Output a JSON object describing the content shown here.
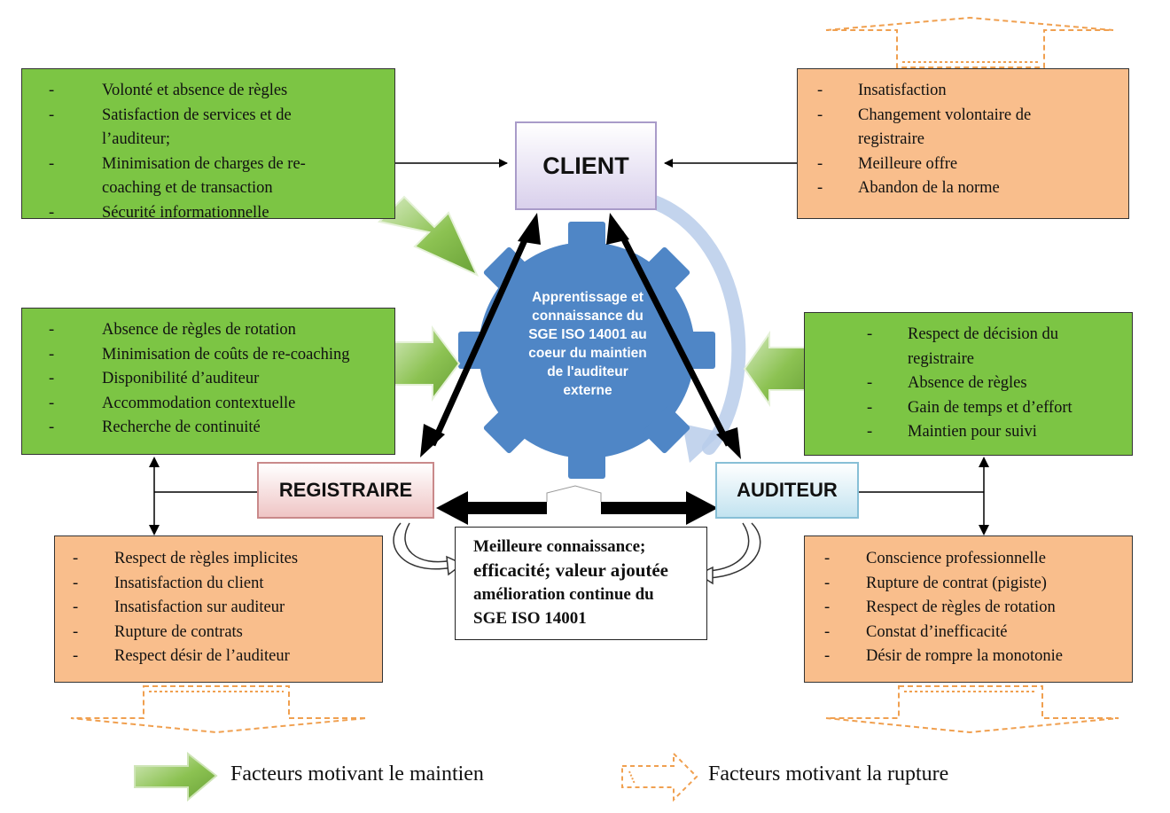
{
  "roles": {
    "client": "CLIENT",
    "registraire": "REGISTRAIRE",
    "auditeur": "AUDITEUR"
  },
  "gear_text": [
    "Apprentissage et",
    "connaissance du",
    "SGE ISO 14001 au",
    "coeur du maintien",
    "de l'auditeur",
    "externe"
  ],
  "center_box": [
    "Meilleure connaissance;",
    "efficacité; valeur ajoutée",
    "amélioration continue du",
    "SGE ISO 14001"
  ],
  "boxes": {
    "client_maintien": {
      "items": [
        [
          "Volonté et absence de règles"
        ],
        [
          "Satisfaction de services et de",
          "l’auditeur;"
        ],
        [
          "Minimisation de charges de re-",
          "coaching et de transaction"
        ],
        [
          "Sécurité informationnelle"
        ]
      ]
    },
    "client_rupture": {
      "items": [
        [
          "Insatisfaction"
        ],
        [
          "Changement volontaire de",
          "registraire"
        ],
        [
          "Meilleure offre"
        ],
        [
          "Abandon de la norme"
        ]
      ]
    },
    "registraire_maintien": {
      "items": [
        [
          "Absence de règles de rotation"
        ],
        [
          "Minimisation de coûts de re-coaching"
        ],
        [
          "Disponibilité d’auditeur"
        ],
        [
          "Accommodation contextuelle"
        ],
        [
          "Recherche de continuité"
        ]
      ]
    },
    "auditeur_maintien": {
      "items": [
        [
          "Respect de décision du",
          "registraire"
        ],
        [
          "Absence de règles"
        ],
        [
          "Gain de temps et d’effort"
        ],
        [
          "Maintien pour suivi"
        ]
      ]
    },
    "registraire_rupture": {
      "items": [
        [
          "Respect de règles implicites"
        ],
        [
          "Insatisfaction du client"
        ],
        [
          "Insatisfaction sur auditeur"
        ],
        [
          "Rupture de contrats"
        ],
        [
          "Respect désir de l’auditeur"
        ]
      ]
    },
    "auditeur_rupture": {
      "items": [
        [
          "Conscience professionnelle"
        ],
        [
          "Rupture de contrat (pigiste)"
        ],
        [
          "Respect de règles de rotation"
        ],
        [
          "Constat d’inefficacité"
        ],
        [
          "Désir de rompre la monotonie"
        ]
      ]
    }
  },
  "dash": "-",
  "legend": {
    "maintien": "Facteurs motivant le maintien",
    "rupture": "Facteurs motivant la rupture"
  },
  "colors": {
    "maintien_box": "#7cc544",
    "rupture_box": "#f9be8c",
    "gear": "#4f86c6",
    "rupture_arrow": "#f0a050"
  }
}
